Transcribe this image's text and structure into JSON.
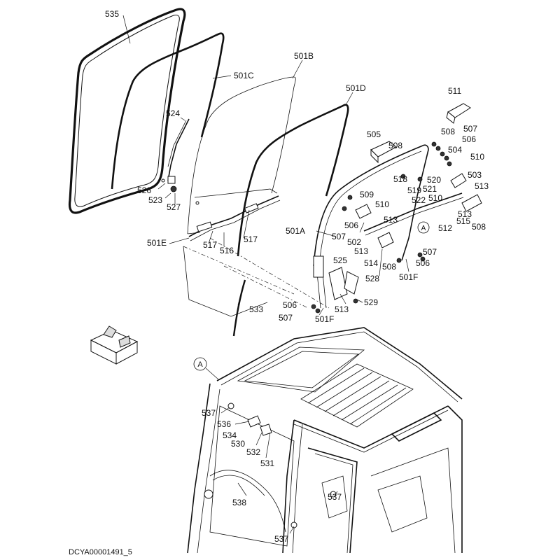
{
  "diagram": {
    "doc_id": "DCYA00001491_5",
    "callout_a": "A",
    "labels": {
      "l535": "535",
      "l501B": "501B",
      "l501C": "501C",
      "l501D": "501D",
      "l524": "524",
      "l526": "526",
      "l523": "523",
      "l527": "527",
      "l501E": "501E",
      "l517a": "517",
      "l517b": "517",
      "l516": "516",
      "l511": "511",
      "l505": "505",
      "l508a": "508",
      "l508b": "508",
      "l508c": "508",
      "l508d": "508",
      "l507a": "507",
      "l507b": "507",
      "l507c": "507",
      "l507d": "507",
      "l506a": "506",
      "l506b": "506",
      "l506c": "506",
      "l506d": "506",
      "l504": "504",
      "l510a": "510",
      "l510b": "510",
      "l510c": "510",
      "l503": "503",
      "l513a": "513",
      "l513b": "513",
      "l513c": "513",
      "l513d": "513",
      "l513e": "513",
      "l518": "518",
      "l519": "519",
      "l520": "520",
      "l521": "521",
      "l522": "522",
      "l509": "509",
      "l515": "515",
      "l512": "512",
      "l501A": "501A",
      "l502": "502",
      "l514": "514",
      "l501Fa": "501F",
      "l501Fb": "501F",
      "l525": "525",
      "l528": "528",
      "l529": "529",
      "l533": "533",
      "l537a": "537",
      "l537b": "537",
      "l537c": "537",
      "l536": "536",
      "l534": "534",
      "l530": "530",
      "l532": "532",
      "l531": "531",
      "l538": "538"
    }
  }
}
